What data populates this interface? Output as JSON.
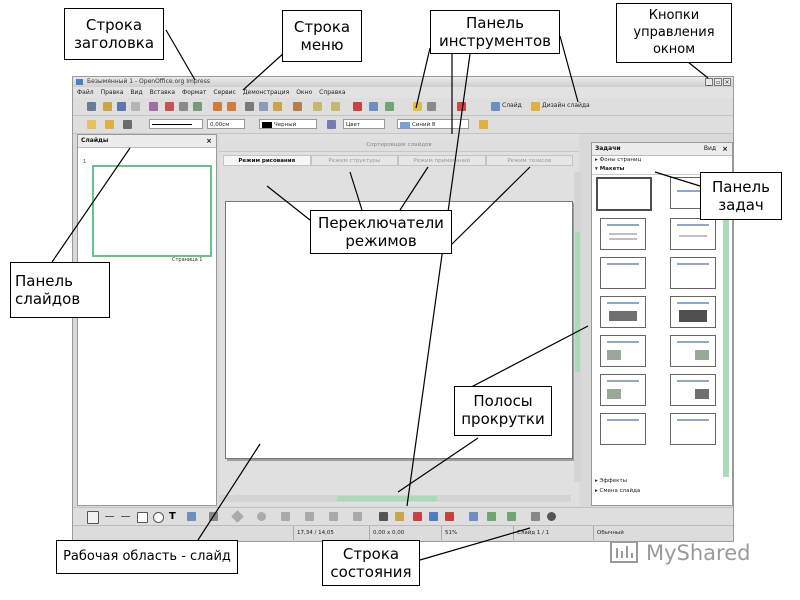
{
  "window": {
    "title": "Безымянный 1 - OpenOffice.org Impress",
    "buttons": [
      "_",
      "▫",
      "×"
    ]
  },
  "menu": [
    "Файл",
    "Правка",
    "Вид",
    "Вставка",
    "Формат",
    "Сервис",
    "Демонстрация",
    "Окно",
    "Справка"
  ],
  "toolbar": {
    "slide_label": "Слайд",
    "design_label": "Дизайн слайда",
    "line_width": "0,00см",
    "line_color": "Черный",
    "area_style": "Цвет",
    "area_color": "Синий 8"
  },
  "slides_pane": {
    "title": "Слайды",
    "close": "×",
    "thumb_index": "1",
    "thumb_label": "Страница 1"
  },
  "editor": {
    "sorter_label": "Сортировщик слайдов",
    "tabs": [
      "Режим рисования",
      "Режим структуры",
      "Режим примечаний",
      "Режим тезисов"
    ],
    "active_tab": 0
  },
  "tasks_pane": {
    "title": "Задачи",
    "view_label": "Вид",
    "sections": {
      "backgrounds": "Фоны страниц",
      "layouts": "Макеты",
      "effects": "Эффекты",
      "transition": "Смена слайда"
    }
  },
  "statusbar": {
    "position": "17,34 / 14,05",
    "size": "0,00 x 0,00",
    "zoom": "51%",
    "slide": "Слайд 1 / 1",
    "layout": "Обычный"
  },
  "callouts": {
    "title_bar": "Строка заголовка",
    "menu_bar": "Строка меню",
    "toolbars": "Панель инструментов",
    "window_controls": "Кнопки управления окном",
    "slides_panel": "Панель слайдов",
    "mode_switchers": "Переключатели режимов",
    "tasks_panel": "Панель задач",
    "scrollbars": "Полосы прокрутки",
    "workspace": "Рабочая область - слайд",
    "status_bar": "Строка состояния"
  },
  "watermark": "MyShared",
  "colors": {
    "accent_green": "#6ac189",
    "scroll_green": "#a8dcb8",
    "chrome_gray": "#d9d9d9"
  }
}
